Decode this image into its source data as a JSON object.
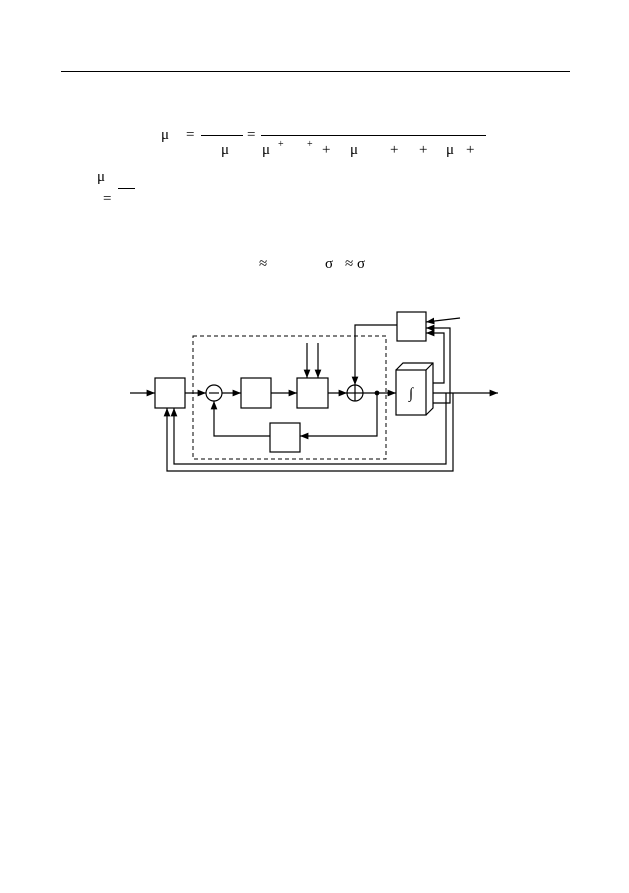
{
  "page": {
    "header_rule": true
  },
  "equation_1": {
    "mu_lhs": "μ",
    "eq_1": "=",
    "eq_2": "=",
    "mu_den_1": "μ",
    "den_mu_a": "μ",
    "den_sup_a": "+",
    "den_sup_b": "+",
    "den_plus_1": "+",
    "den_mu_b": "μ",
    "den_plus_2": "+",
    "den_plus_3": "+",
    "den_mu_c": "μ",
    "den_plus_4": "+"
  },
  "equation_2": {
    "mu": "μ",
    "eq": "="
  },
  "equation_3": {
    "approx_1": "≈",
    "sigma_1": "σ",
    "approx_2": "≈",
    "sigma_2": "σ"
  },
  "diagram": {
    "integrator_symbol": "∫"
  }
}
